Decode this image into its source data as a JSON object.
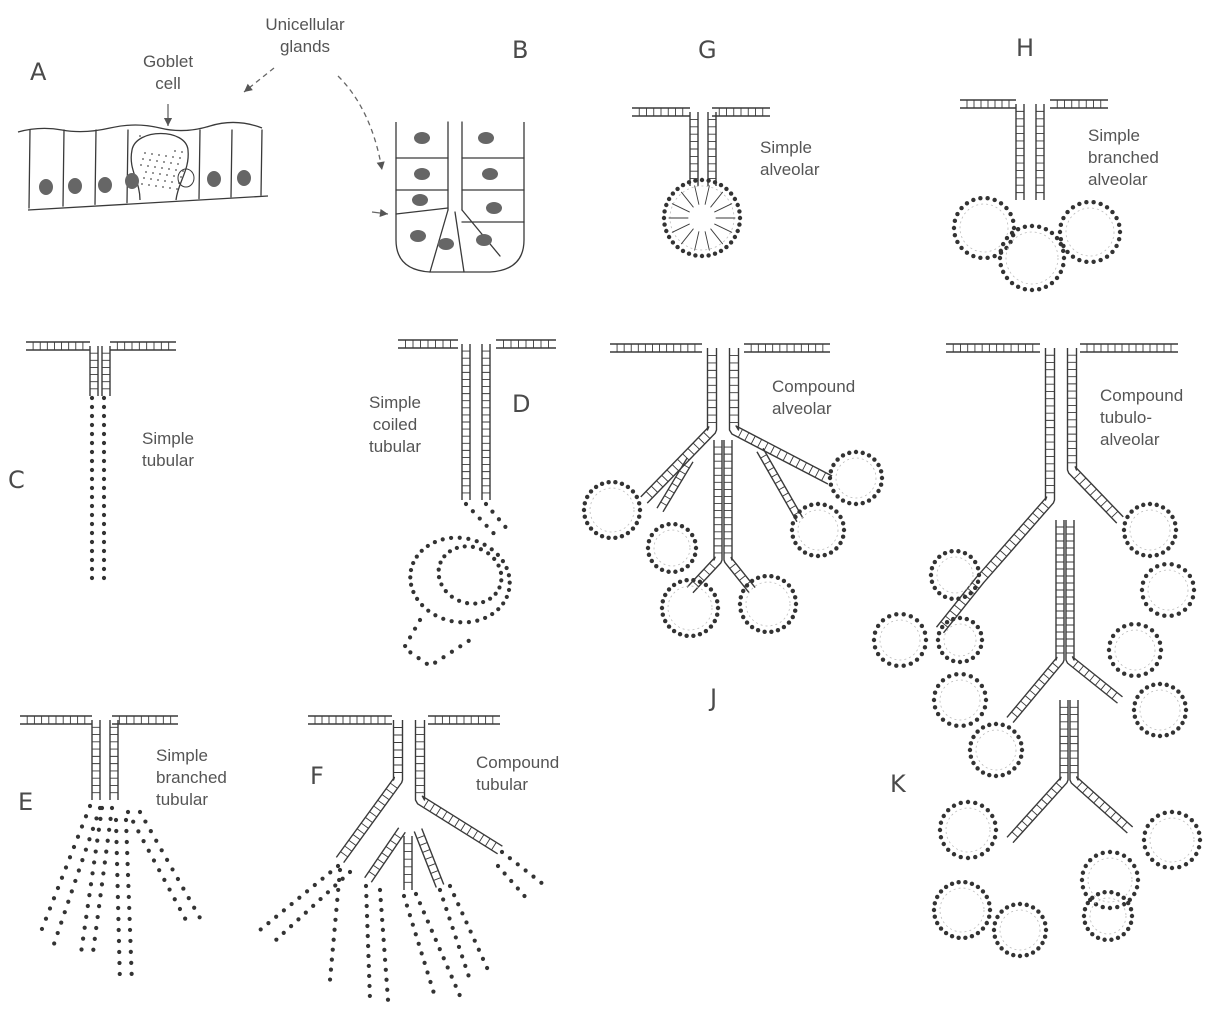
{
  "panels": {
    "A": {
      "letter": "A",
      "label": [
        "Goblet",
        "cell"
      ]
    },
    "B": {
      "letter": "B"
    },
    "shared_label": [
      "Unicellular",
      "glands"
    ],
    "C": {
      "letter": "C",
      "label": [
        "Simple",
        "tubular"
      ]
    },
    "D": {
      "letter": "D",
      "label": [
        "Simple",
        "coiled",
        "tubular"
      ]
    },
    "E": {
      "letter": "E",
      "label": [
        "Simple",
        "branched",
        "tubular"
      ]
    },
    "F": {
      "letter": "F",
      "label": [
        "Compound",
        "tubular"
      ]
    },
    "G": {
      "letter": "G",
      "label": [
        "Simple",
        "alveolar"
      ]
    },
    "H": {
      "letter": "H",
      "label": [
        "Simple",
        "branched",
        "alveolar"
      ]
    },
    "J": {
      "letter": "J",
      "label": [
        "Compound",
        "alveolar"
      ]
    },
    "K": {
      "letter": "K",
      "label": [
        "Compound",
        "tubulo-",
        "alveolar"
      ]
    }
  },
  "colors": {
    "line": "#3a3a3a",
    "text": "#555555",
    "letter": "#4a4a4a",
    "dot": "#333333",
    "nucleus": "#666666"
  }
}
